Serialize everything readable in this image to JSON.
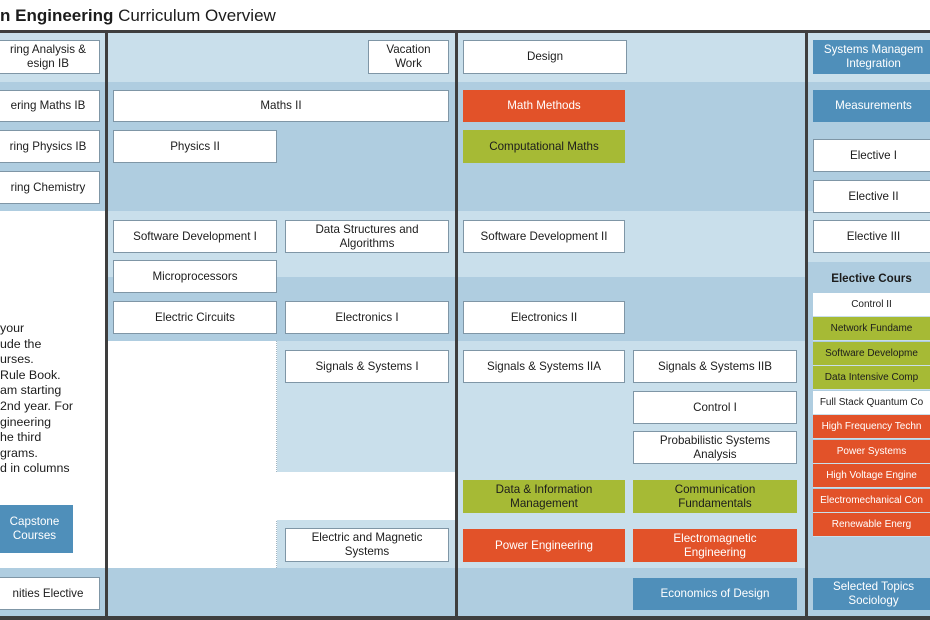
{
  "page": {
    "title_bold": "n Engineering",
    "title_rest": " Curriculum Overview"
  },
  "col1": {
    "b1": "ring Analysis &\nesign IB",
    "b2": "ering Maths IB",
    "b3": "ring Physics IB",
    "b4": "ring Chemistry",
    "note_lines": [
      "your",
      "ude the",
      "urses.",
      "Rule Book.",
      "am starting",
      "2nd year. For",
      "gineering",
      "he third",
      "grams.",
      "d in columns"
    ],
    "capstone": "Capstone\nCourses",
    "humanities": "nities Elective"
  },
  "col2": {
    "vacation": "Vacation\nWork",
    "maths2": "Maths II",
    "physics2": "Physics II",
    "softdev1": "Software Development I",
    "dsa": "Data Structures and\nAlgorithms",
    "micro": "Microprocessors",
    "circuits": "Electric Circuits",
    "electronics1": "Electronics I",
    "signals1": "Signals & Systems I",
    "emsystems": "Electric and Magnetic\nSystems"
  },
  "col3": {
    "design": "Design",
    "mathmethods": "Math Methods",
    "compmaths": "Computational Maths",
    "softdev2": "Software Development II",
    "electronics2": "Electronics II",
    "signals2a": "Signals & Systems IIA",
    "signals2b": "Signals & Systems IIB",
    "control1": "Control I",
    "prob": "Probabilistic Systems\nAnalysis",
    "datainfo": "Data & Information\nManagement",
    "commfund": "Communication\nFundamentals",
    "power": "Power Engineering",
    "emeng": "Electromagnetic\nEngineering",
    "economics": "Economics of Design"
  },
  "col4": {
    "sysmgmt": "Systems Managem\nIntegration",
    "measurements": "Measurements",
    "elective1": "Elective I",
    "elective2": "Elective II",
    "elective3": "Elective III",
    "elective_heading": "Elective Cours",
    "elective_list": [
      "Control II",
      "Network Fundame",
      "Software Developme",
      "Data Intensive Comp",
      "Full Stack Quantum Co",
      "High Frequency Techn",
      "Power Systems",
      "High Voltage Engine",
      "Electromechanical Con",
      "Renewable Energ"
    ],
    "selected_topics": "Selected Topics\nSociology"
  },
  "colors": {
    "orange": "#e25229",
    "green": "#a6ba35",
    "blue": "#4f8fba",
    "column_light": "#c9dfeb",
    "column_band": "#afcde0"
  }
}
